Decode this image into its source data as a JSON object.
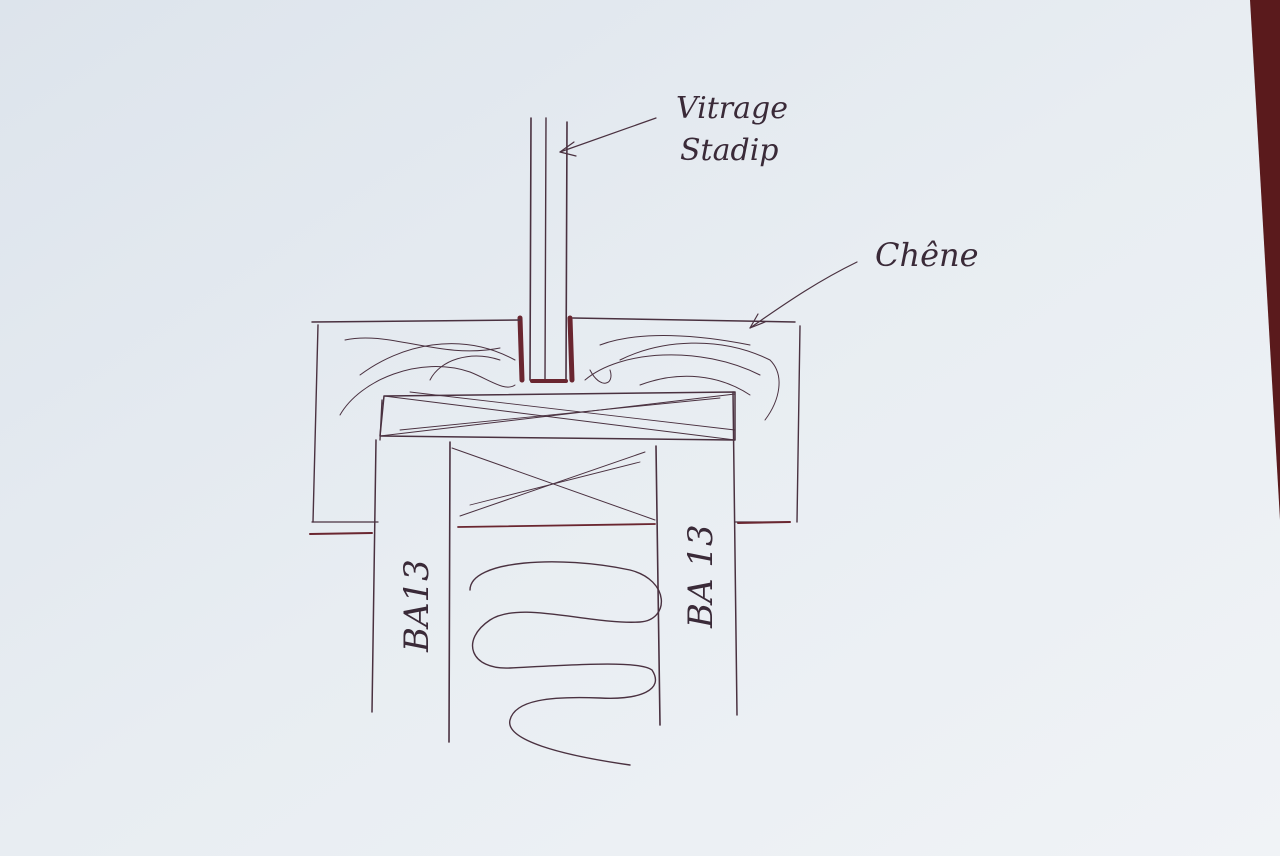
{
  "labels": {
    "vitrage_line1": "Vitrage",
    "vitrage_line2": "Stadip",
    "chene": "Chêne",
    "ba13_left": "BA13",
    "ba13_right": "BA 13"
  },
  "colors": {
    "paper": "#e7ecf1",
    "ink": "#4a3140",
    "ink_red": "#6a2630",
    "background_edge": "#5a1a1c"
  }
}
